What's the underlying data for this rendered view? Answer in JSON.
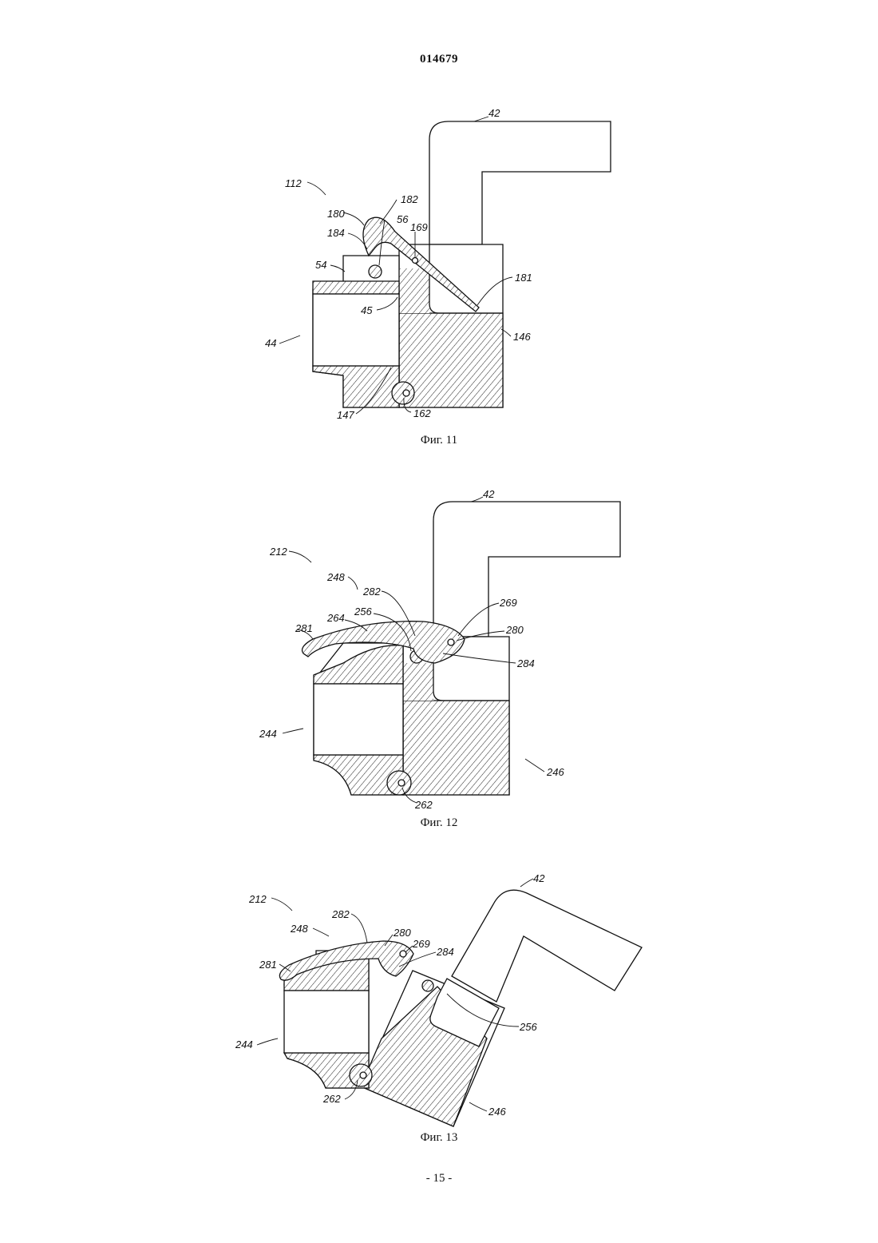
{
  "header": {
    "doc_number": "014679"
  },
  "figures": [
    {
      "caption": "Фиг. 11",
      "labels": [
        "42",
        "112",
        "182",
        "180",
        "56",
        "169",
        "184",
        "54",
        "181",
        "45",
        "146",
        "44",
        "147",
        "162"
      ]
    },
    {
      "caption": "Фиг. 12",
      "labels": [
        "42",
        "212",
        "248",
        "282",
        "269",
        "281",
        "264",
        "256",
        "280",
        "284",
        "244",
        "246",
        "262"
      ]
    },
    {
      "caption": "Фиг. 13",
      "labels": [
        "42",
        "212",
        "282",
        "280",
        "248",
        "269",
        "284",
        "281",
        "256",
        "244",
        "262",
        "246"
      ]
    }
  ],
  "footer": {
    "page_number": "- 15 -"
  }
}
